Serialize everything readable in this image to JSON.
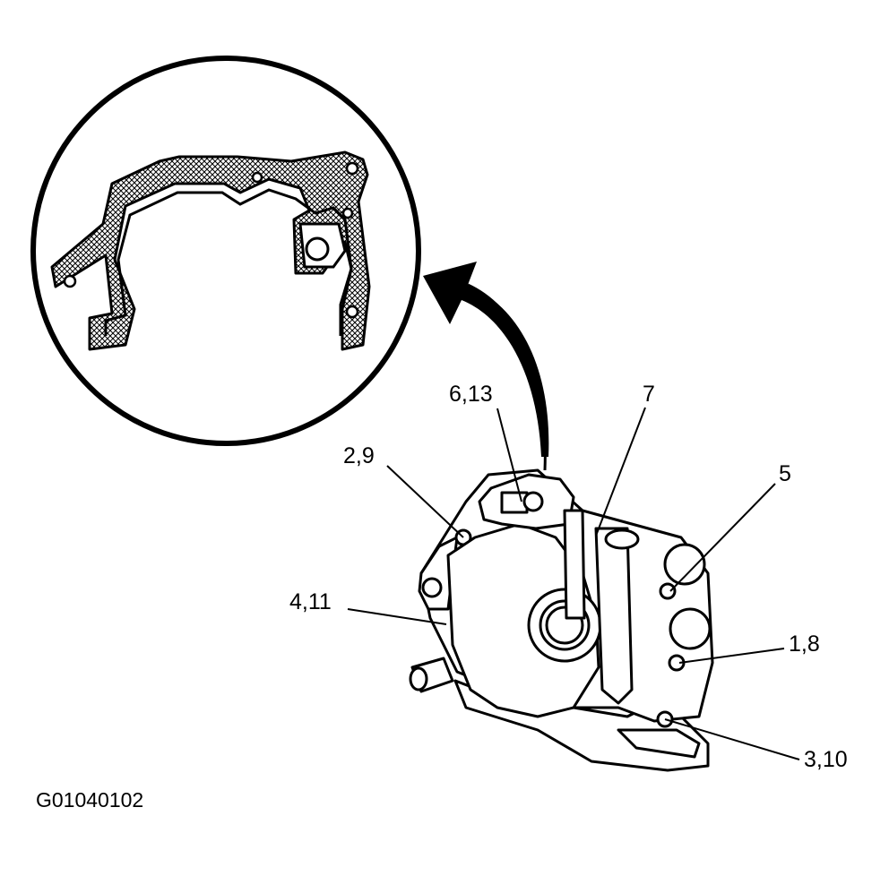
{
  "figure_id": "G01040102",
  "callouts": {
    "c1": "6,13",
    "c2": "7",
    "c3": "2,9",
    "c4": "5",
    "c5": "4,11",
    "c6": "1,8",
    "c7": "3,10"
  },
  "colors": {
    "ink": "#000000",
    "paper": "#ffffff"
  }
}
